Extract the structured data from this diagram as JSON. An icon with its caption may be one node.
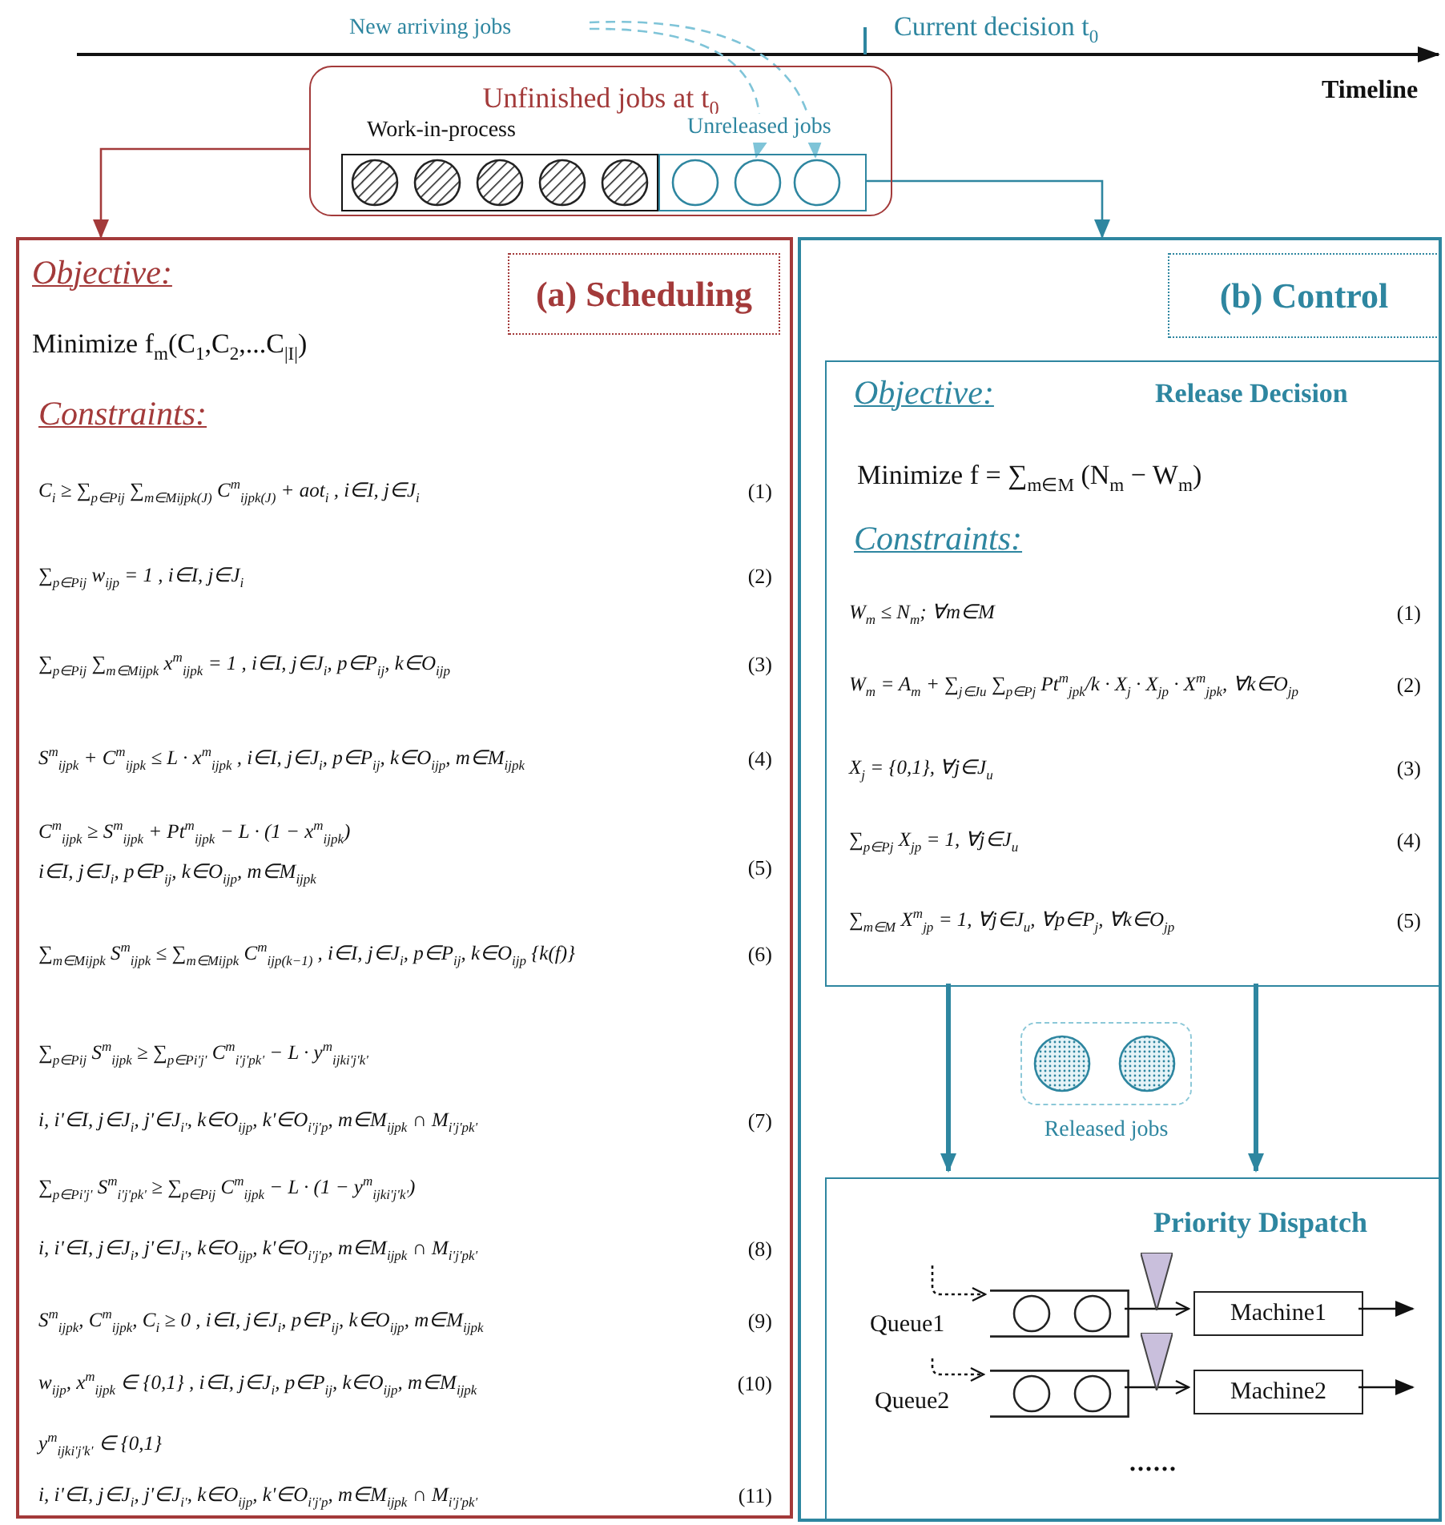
{
  "diagram": {
    "nodes": [
      {
        "text": [
          "New arriving jobs"
        ]
      },
      {
        "text": [
          "Unfinished jobs at t$_{0}$"
        ]
      },
      {
        "text": [
          "Work-in-process"
        ],
        "in": 1
      },
      {
        "text": [],
        "shape": "circle",
        "in": 2
      },
      {
        "text": [],
        "shape": "circle",
        "in": 2
      },
      {
        "text": [],
        "shape": "circle",
        "in": 2
      },
      {
        "text": [],
        "shape": "circle",
        "in": 2
      },
      {
        "text": [],
        "shape": "circle",
        "in": 2
      },
      {
        "text": [
          "Unreleased jobs"
        ],
        "in": 1
      },
      {
        "text": [],
        "shape": "circle",
        "in": 8
      },
      {
        "text": [],
        "shape": "circle",
        "in": 8
      },
      {
        "text": [],
        "shape": "circle",
        "in": 8
      },
      {
        "text": [
          "Objective:",
          "Minimize f$_{m}$(C$_{1}$,C$_{2}$,...C$_{|I|}$)",
          "Constraints:",
          "C$_{i}$ ≥ ∑$_{p∈Pij}$ ∑$_{m∈Mijpk(J)}$ C$^{m}$$_{ijpk(J)}$ + aot$_{i}$ , i∈I, j∈J$_{i}$",
          "(1)",
          "∑$_{p∈Pij}$ w$_{ijp}$ = 1 , i∈I, j∈J$_{i}$",
          "(2)",
          "∑$_{p∈Pij}$ ∑$_{m∈Mijpk}$ x$^{m}$$_{ijpk}$ = 1 , i∈I, j∈J$_{i}$, p∈P$_{ij}$, k∈O$_{ijp}$",
          "(3)",
          "S$^{m}$$_{ijpk}$ + C$^{m}$$_{ijpk}$ ≤ L · x$^{m}$$_{ijpk}$ , i∈I, j∈J$_{i}$, p∈P$_{ij}$, k∈O$_{ijp}$, m∈M$_{ijpk}$",
          "(4)",
          "C$^{m}$$_{ijpk}$ ≥ S$^{m}$$_{ijpk}$ + Pt$^{m}$$_{ijpk}$ − L · (1 − x$^{m}$$_{ijpk}$)",
          "i∈I, j∈J$_{i}$, p∈P$_{ij}$, k∈O$_{ijp}$, m∈M$_{ijpk}$",
          "(5)",
          "∑$_{m∈Mijpk}$ S$^{m}$$_{ijpk}$ ≤ ∑$_{m∈Mijpk}$ C$^{m}$$_{ijp(k−1)}$ , i∈I, j∈J$_{i}$, p∈P$_{ij}$, k∈O$_{ijp}$ {k(f)}",
          "(6)",
          "∑$_{p∈Pij}$ S$^{m}$$_{ijpk}$ ≥ ∑$_{p∈Pi'j'}$ C$^{m}$$_{i'j'pk'}$ − L · y$^{m}$$_{ijki'j'k'}$",
          "i, i'∈I, j∈J$_{i}$, j'∈J$_{i'}$, k∈O$_{ijp}$, k'∈O$_{i'j'p}$, m∈M$_{ijpk}$ ∩ M$_{i'j'pk'}$",
          "(7)",
          "∑$_{p∈Pi'j'}$ S$^{m}$$_{i'j'pk'}$ ≥ ∑$_{p∈Pij}$ C$^{m}$$_{ijpk}$ − L · (1 − y$^{m}$$_{ijki'j'k'}$)",
          "i, i'∈I, j∈J$_{i}$, j'∈J$_{i'}$, k∈O$_{ijp}$, k'∈O$_{i'j'p}$, m∈M$_{ijpk}$ ∩ M$_{i'j'pk'}$",
          "(8)",
          "S$^{m}$$_{ijpk}$, C$^{m}$$_{ijpk}$, C$_{i}$ ≥ 0 , i∈I, j∈J$_{i}$, p∈P$_{ij}$, k∈O$_{ijp}$, m∈M$_{ijpk}$",
          "(9)",
          "w$_{ijp}$, x$^{m}$$_{ijpk}$ ∈ {0,1} , i∈I, j∈J$_{i}$, p∈P$_{ij}$, k∈O$_{ijp}$, m∈M$_{ijpk}$",
          "(10)",
          "y$^{m}$$_{ijki'j'k'}$ ∈ {0,1}",
          "i, i'∈I, j∈J$_{i}$, j'∈J$_{i'}$, k∈O$_{ijp}$, k'∈O$_{i'j'p}$, m∈M$_{ijpk}$ ∩ M$_{i'j'pk'}$",
          "(11)"
        ]
      },
      {
        "text": [
          "(a) Scheduling"
        ],
        "in": 12
      },
      {
        "text": [],
        "shape": "box"
      },
      {
        "text": [
          "(b) Control"
        ],
        "in": 14
      },
      {
        "text": [
          "Objective:",
          "Release Decision",
          "Minimize f = ∑$_{m∈M}$ (N$_{m}$ − W$_{m}$)",
          "Constraints:",
          "W$_{m}$ ≤ N$_{m}$; ∀m∈M",
          "(1)",
          "W$_{m}$ = A$_{m}$ + ∑$_{j∈Ju}$ ∑$_{p∈Pj}$ Pt$^{m}$$_{jpk}$/k · X$_{j}$ · X$_{jp}$ · X$^{m}$$_{jpk}$, ∀k∈O$_{jp}$",
          "(2)",
          "X$_{j}$ = {0,1}, ∀j∈J$_{u}$",
          "(3)",
          "∑$_{p∈Pj}$ X$_{jp}$ = 1, ∀j∈J$_{u}$",
          "(4)",
          "∑$_{m∈M}$ X$^{m}$$_{jp}$ = 1, ∀j∈J$_{u}$, ∀p∈P$_{j}$, ∀k∈O$_{jp}$",
          "(5)"
        ],
        "in": 14
      },
      {
        "text": [
          "Released jobs"
        ],
        "in": 14
      },
      {
        "text": [],
        "shape": "circle",
        "in": 17
      },
      {
        "text": [],
        "shape": "circle",
        "in": 17
      },
      {
        "text": [
          "Priority Dispatch"
        ],
        "in": 14
      },
      {
        "text": [],
        "shape": "box",
        "in": 20,
        "beside": [
          "Queue1"
        ]
      },
      {
        "text": [
          "Machine1"
        ],
        "in": 20
      },
      {
        "text": [],
        "shape": "box",
        "in": 20,
        "beside": [
          "Queue2"
        ]
      },
      {
        "text": [
          "Machine2"
        ],
        "in": 20
      },
      {
        "text": [],
        "shape": "circle",
        "in": 21
      },
      {
        "text": [],
        "shape": "circle",
        "in": 21
      },
      {
        "text": [],
        "shape": "circle",
        "in": 23
      },
      {
        "text": [],
        "shape": "circle",
        "in": 23
      }
    ],
    "edges": [
      {
        "from": 0,
        "to": 10,
        "arrow": "to",
        "style": "dashed",
        "color": "#7fc4d8"
      },
      {
        "from": 0,
        "to": 11,
        "arrow": "to",
        "style": "dashed",
        "color": "#7fc4d8"
      },
      {
        "from": 1,
        "to": 12,
        "arrow": "to",
        "color": "#a33a3a"
      },
      {
        "from": 8,
        "to": 14,
        "arrow": "to",
        "color": "#2e86a0"
      },
      {
        "from": 16,
        "to": 20,
        "arrow": "to",
        "style": "thick",
        "color": "#2e86a0"
      },
      {
        "from": 16,
        "to": 20,
        "arrow": "to",
        "style": "thick",
        "color": "#2e86a0"
      },
      {
        "from": null,
        "to": 21,
        "arrow": "to",
        "style": "dashed"
      },
      {
        "from": 21,
        "to": 22,
        "arrow": "to"
      },
      {
        "from": 22,
        "to": null,
        "arrow": "to"
      },
      {
        "from": null,
        "to": 23,
        "arrow": "to",
        "style": "dashed"
      },
      {
        "from": 23,
        "to": 24,
        "arrow": "to"
      },
      {
        "from": 24,
        "to": null,
        "arrow": "to"
      }
    ],
    "labels": [
      "Current decision t$_{0}$",
      "Timeline",
      "......"
    ]
  }
}
